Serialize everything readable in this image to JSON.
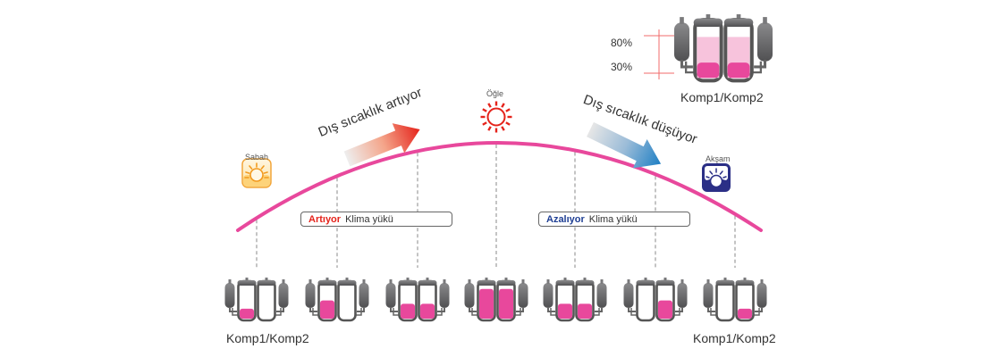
{
  "legend": {
    "pct_high": "80%",
    "pct_low": "30%",
    "label": "Komp1/Komp2",
    "fill_light": 0.8,
    "fill_dark": 0.3
  },
  "times": {
    "morning": "Sabah",
    "noon": "Öğle",
    "evening": "Akşam"
  },
  "arrows": {
    "rising": "Dış sıcaklık artıyor",
    "falling": "Dış sıcaklık düşüyor"
  },
  "load_boxes": {
    "rising_keyword": "Artıyor",
    "rising_text": "Klima yükü",
    "falling_keyword": "Azalıyor",
    "falling_text": "Klima yükü"
  },
  "bottom_labels": {
    "left": "Komp1/Komp2",
    "right": "Komp1/Komp2"
  },
  "colors": {
    "curve": "#e8489c",
    "fill": "#e8489c",
    "fill_light": "#f7c3dc",
    "rising_accent": "#e5231b",
    "falling_accent": "#1f3f94",
    "morning_icon": "#f7b84a",
    "evening_icon": "#2b2f86",
    "noon_sun": "#e5231b"
  },
  "units": [
    {
      "comp1": 0.3,
      "comp2": 0.0
    },
    {
      "comp1": 0.55,
      "comp2": 0.0
    },
    {
      "comp1": 0.45,
      "comp2": 0.45
    },
    {
      "comp1": 0.9,
      "comp2": 0.9
    },
    {
      "comp1": 0.45,
      "comp2": 0.45
    },
    {
      "comp1": 0.0,
      "comp2": 0.55
    },
    {
      "comp1": 0.0,
      "comp2": 0.3
    }
  ]
}
